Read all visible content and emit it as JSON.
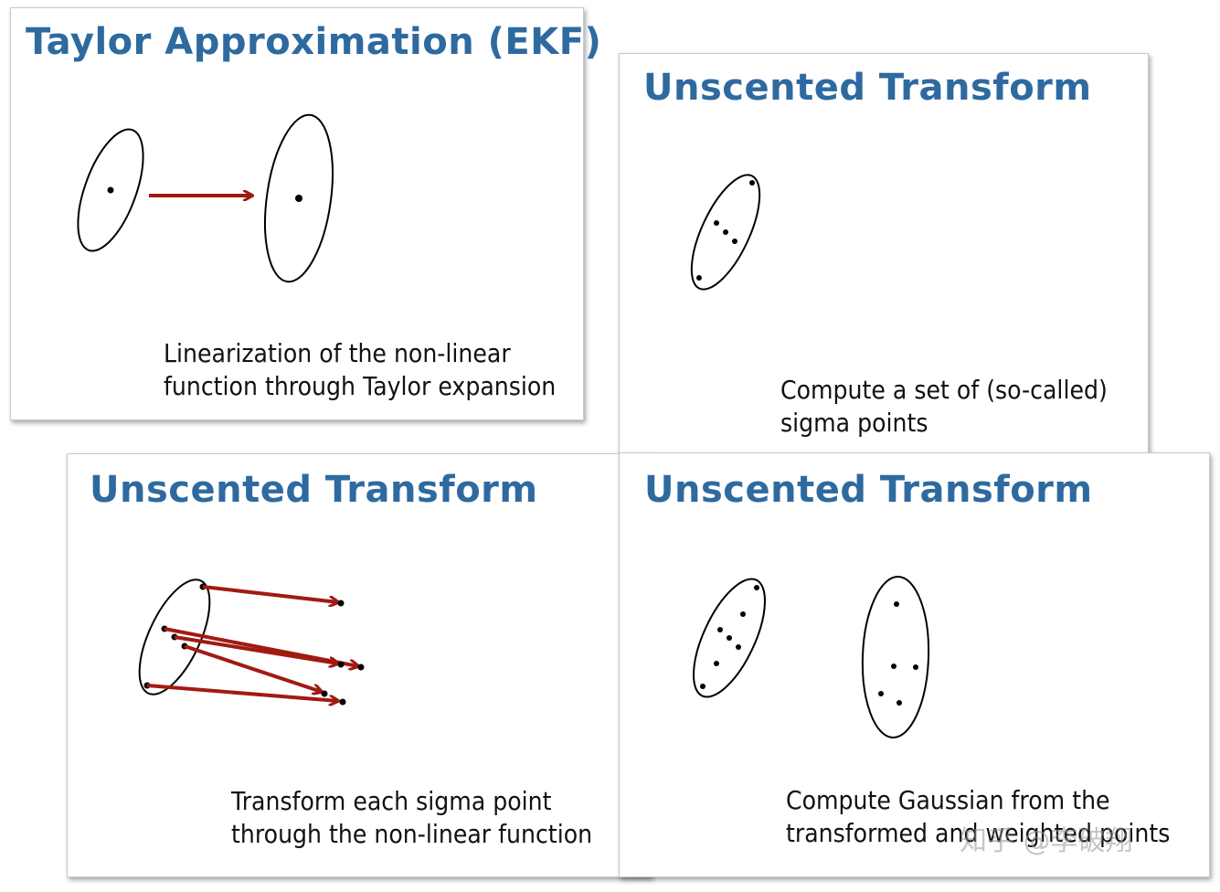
{
  "colors": {
    "title": "#2e6aa0",
    "arrow": "#a11a12",
    "ink": "#000000"
  },
  "panels": {
    "ekf": {
      "title": "Taylor Approximation (EKF)",
      "caption": [
        "Linearization of the non-linear",
        "function through Taylor expansion"
      ]
    },
    "sigma": {
      "title": "Unscented Transform",
      "caption": [
        "Compute a set of (so-called)",
        "sigma points"
      ]
    },
    "transform": {
      "title": "Unscented Transform",
      "caption": [
        "Transform each sigma point",
        "through the non-linear function"
      ]
    },
    "gaussian": {
      "title": "Unscented Transform",
      "caption": [
        "Compute Gaussian from the",
        "transformed and weighted points"
      ]
    }
  },
  "watermark": "知乎 @李破翔"
}
